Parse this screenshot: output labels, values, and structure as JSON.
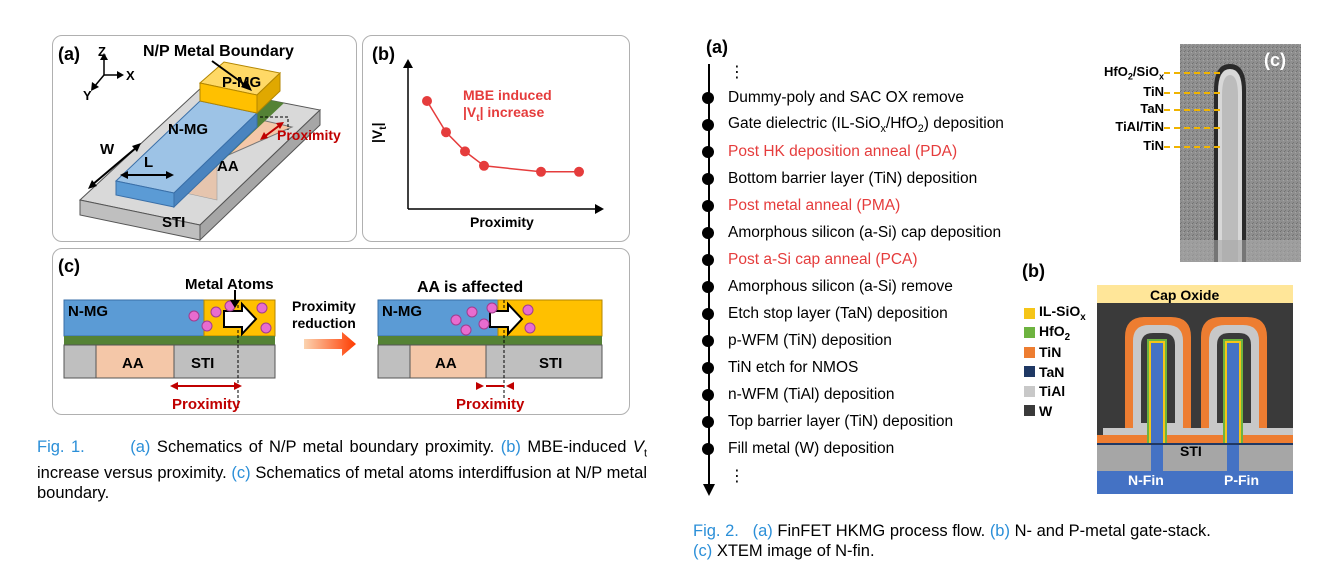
{
  "fig1": {
    "panel_a": {
      "label": "(a)",
      "title": "N/P Metal Boundary",
      "axis_z": "Z",
      "axis_x": "X",
      "axis_y": "Y",
      "pmg": "P-MG",
      "nmg": "N-MG",
      "proximity": "Proximity",
      "w": "W",
      "l": "L",
      "aa": "AA",
      "sti": "STI"
    },
    "panel_b": {
      "label": "(b)",
      "annotation_line1": "MBE induced",
      "annotation_line2_pre": "|V",
      "annotation_line2_sub": "t",
      "annotation_line2_post": "| increase",
      "ylabel_pre": "|V",
      "ylabel_sub": "t",
      "ylabel_post": "|",
      "xlabel": "Proximity"
    },
    "panel_c": {
      "label": "(c)",
      "metal_atoms": "Metal Atoms",
      "aa_affected": "AA is affected",
      "reduction_line1": "Proximity",
      "reduction_line2": "reduction",
      "nmg": "N-MG",
      "aa": "AA",
      "sti": "STI",
      "proximity": "Proximity"
    },
    "caption": {
      "fig": "Fig. 1.",
      "a_ref": "(a)",
      "a_text": " Schematics of N/P metal boundary proximity.",
      "b_ref": "(b)",
      "b_text_pre": " MBE-induced ",
      "b_v": "V",
      "b_sub": "t",
      "b_text_post": " increase versus proximity.",
      "c_ref": "(c)",
      "c_text": " Schematics of metal atoms interdiffusion at N/P metal boundary."
    }
  },
  "fig2": {
    "panel_a": {
      "label": "(a)",
      "ellipsis": "⋮",
      "steps": [
        {
          "text": "Dummy-poly and SAC OX remove",
          "highlight": false
        },
        {
          "text": "Gate dielectric (IL-SiOx/HfO2) deposition",
          "highlight": false
        },
        {
          "text": "Post HK deposition anneal (PDA)",
          "highlight": true
        },
        {
          "text": "Bottom barrier layer (TiN) deposition",
          "highlight": false
        },
        {
          "text": "Post metal anneal (PMA)",
          "highlight": true
        },
        {
          "text": "Amorphous silicon (a-Si) cap deposition",
          "highlight": false
        },
        {
          "text": "Post a-Si cap anneal (PCA)",
          "highlight": true
        },
        {
          "text": "Amorphous silicon (a-Si) remove",
          "highlight": false
        },
        {
          "text": "Etch stop layer (TaN) deposition",
          "highlight": false
        },
        {
          "text": "p-WFM (TiN) deposition",
          "highlight": false
        },
        {
          "text": "TiN etch for NMOS",
          "highlight": false
        },
        {
          "text": "n-WFM (TiAl) deposition",
          "highlight": false
        },
        {
          "text": "Top barrier layer (TiN) deposition",
          "highlight": false
        },
        {
          "text": "Fill metal (W) deposition",
          "highlight": false
        }
      ]
    },
    "panel_b": {
      "label": "(b)",
      "cap_oxide": "Cap Oxide",
      "sti": "STI",
      "nfin": "N-Fin",
      "pfin": "P-Fin",
      "legend": [
        {
          "name": "IL-SiOx",
          "color": "#f5c518"
        },
        {
          "name": "HfO2",
          "color": "#6db33f"
        },
        {
          "name": "TiN",
          "color": "#ed7d31"
        },
        {
          "name": "TaN",
          "color": "#1f3864"
        },
        {
          "name": "TiAl",
          "color": "#c8c8c8"
        },
        {
          "name": "W",
          "color": "#3a3a3a"
        }
      ]
    },
    "panel_c": {
      "label": "(c)",
      "layers": [
        "HfO2/SiOx",
        "TiN",
        "TaN",
        "TiAl/TiN",
        "TiN"
      ]
    },
    "caption": {
      "fig": "Fig. 2.",
      "a_ref": "(a)",
      "a_text": " FinFET HKMG process flow.",
      "b_ref": "(b)",
      "b_text": " N- and P-metal gate-stack.",
      "c_ref": "(c)",
      "c_text": " XTEM image of N-fin."
    }
  },
  "colors": {
    "accent_red": "#e53c3c",
    "dark_red": "#c00000",
    "caption_blue": "#2b8fd8",
    "nmg_blue": "#5b9bd5",
    "pmg_yellow": "#ffc000",
    "aa_peach": "#f4c7a8",
    "sti_gray": "#bfbfbf",
    "green": "#548235",
    "atom_pink": "#e86ccf"
  },
  "chart_data": {
    "type": "scatter",
    "title": "",
    "xlabel": "Proximity",
    "ylabel": "|Vt|",
    "series": [
      {
        "values_x": [
          1,
          2,
          3,
          4,
          7,
          9
        ],
        "values_y": [
          9.0,
          6.4,
          4.8,
          3.6,
          3.1,
          3.1
        ]
      }
    ],
    "xlim": [
      0,
      10
    ],
    "ylim": [
      0,
      12
    ],
    "grid": false,
    "annotation": "MBE induced |Vt| increase"
  }
}
